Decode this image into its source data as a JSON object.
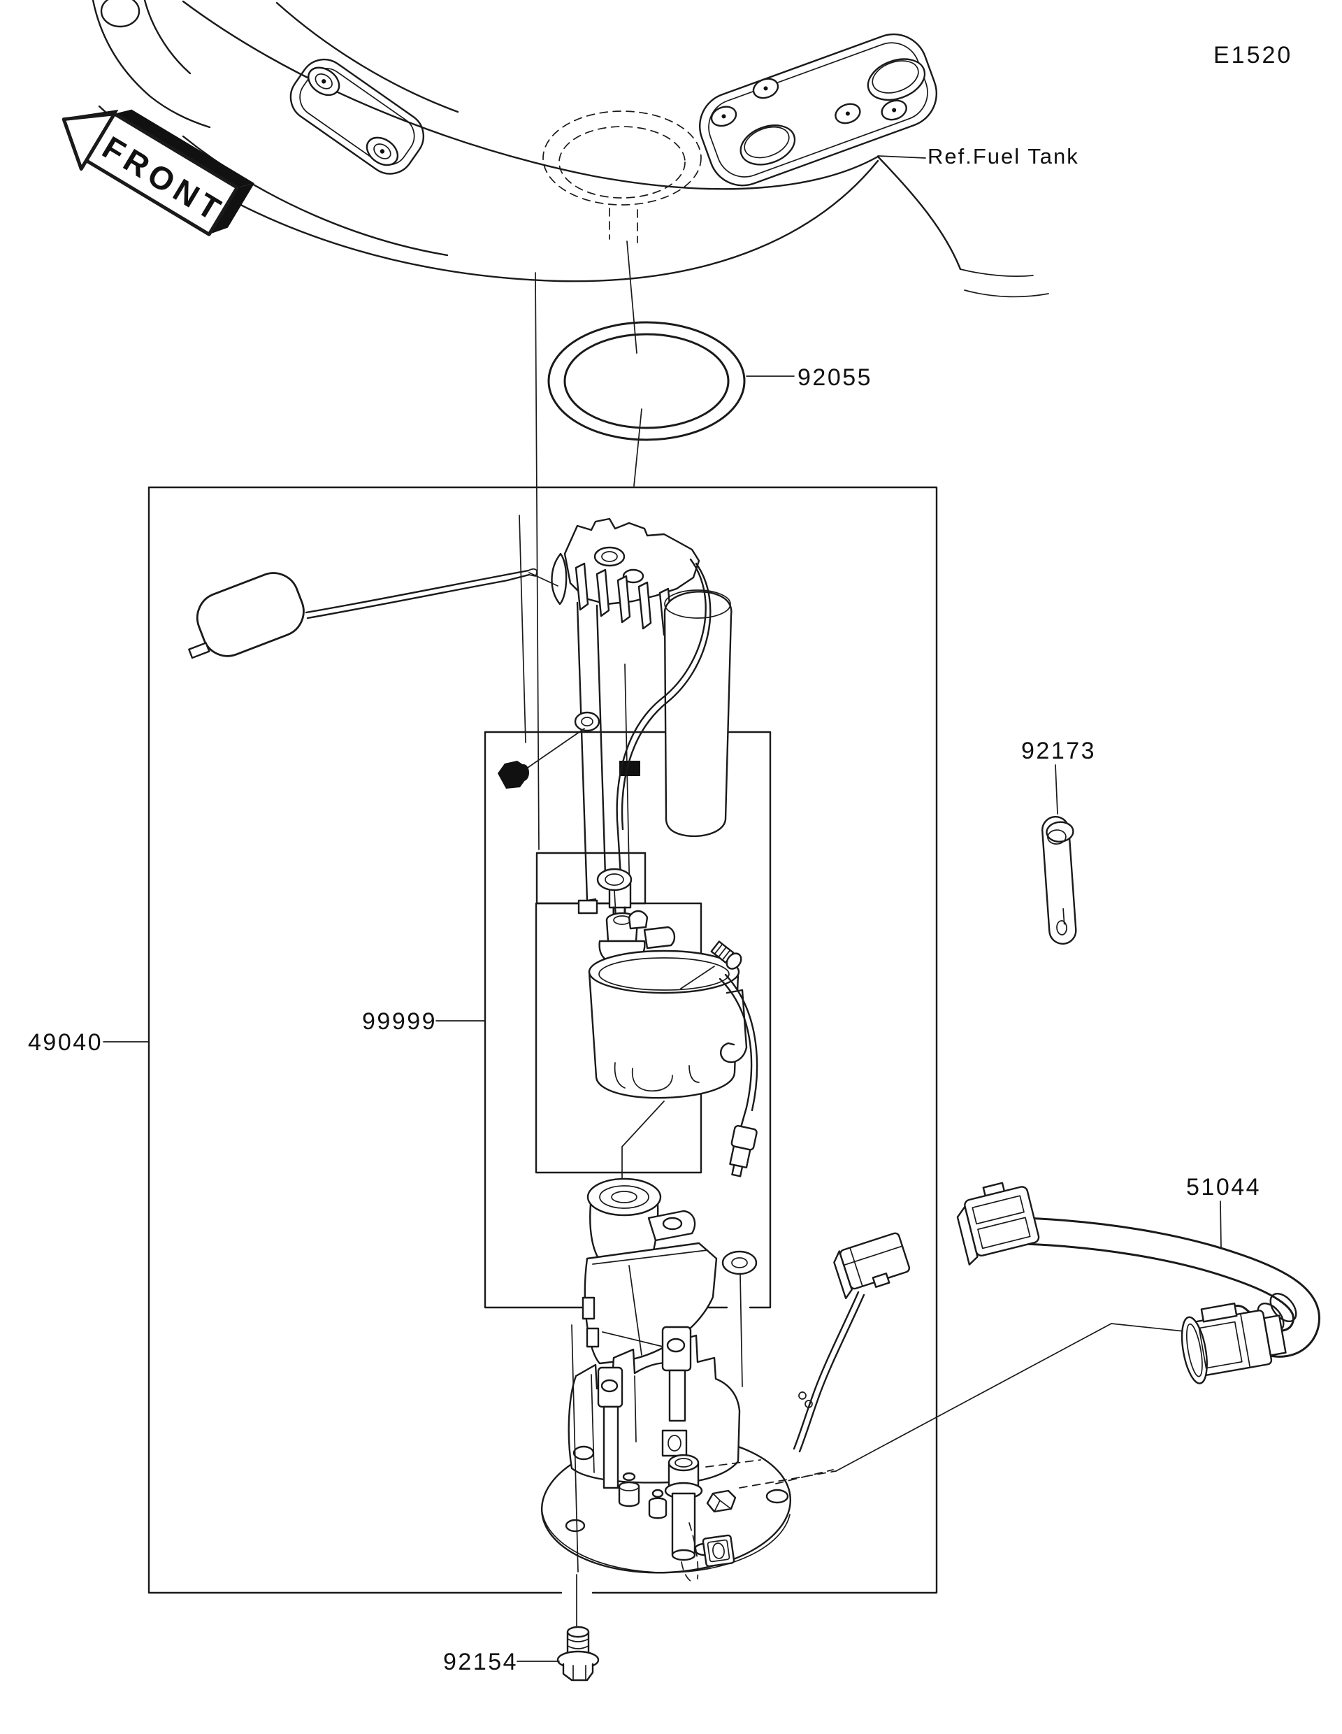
{
  "page_code": "E1520",
  "front_marker": "FRONT",
  "reference": {
    "fuel_tank": "Ref.Fuel Tank"
  },
  "parts": {
    "oring_gasket": "92055",
    "fuel_pump_assembly": "49040",
    "fuel_pump_inner": "99999",
    "damper": "92173",
    "fuel_hose": "51044",
    "bolt": "92154"
  },
  "colors": {
    "line": "#1a1a1a",
    "background": "#ffffff"
  }
}
